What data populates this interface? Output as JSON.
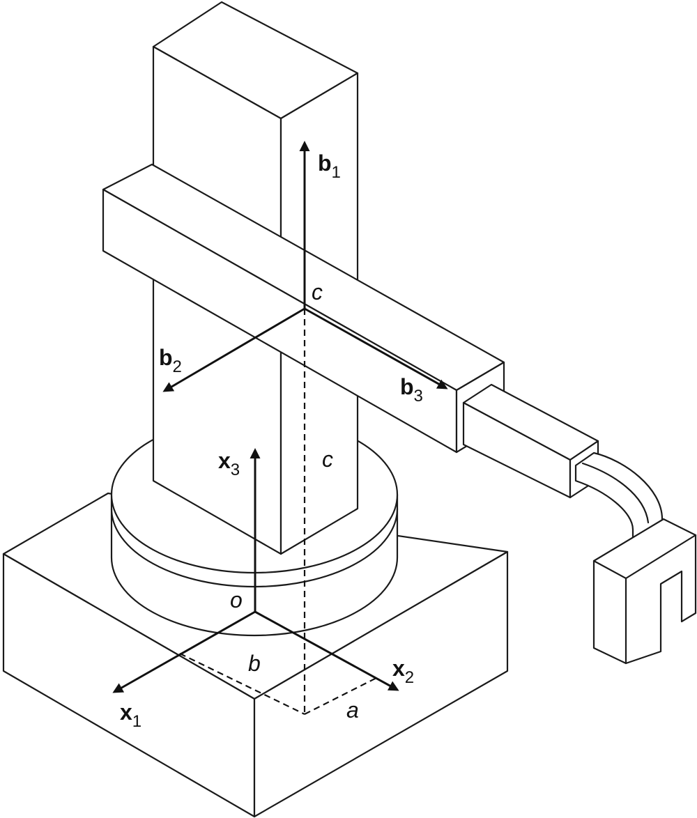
{
  "diagram": {
    "vectors": {
      "b1": {
        "symbol": "b",
        "subscript": "1"
      },
      "b2": {
        "symbol": "b",
        "subscript": "2"
      },
      "b3": {
        "symbol": "b",
        "subscript": "3"
      },
      "x1": {
        "symbol": "x",
        "subscript": "1"
      },
      "x2": {
        "symbol": "x",
        "subscript": "2"
      },
      "x3": {
        "symbol": "x",
        "subscript": "3"
      }
    },
    "points": {
      "c_upper": "c",
      "o": "o"
    },
    "dimensions": {
      "a": "a",
      "b": "b",
      "c": "c"
    }
  }
}
